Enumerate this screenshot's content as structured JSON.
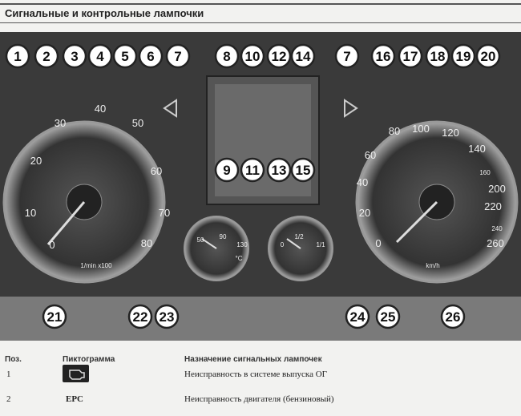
{
  "title": "Сигнальные и контрольные лампочки",
  "callouts_top": [
    "1",
    "2",
    "3",
    "4",
    "5",
    "6",
    "7",
    "8",
    "10",
    "12",
    "14",
    "7",
    "16",
    "17",
    "18",
    "19",
    "20"
  ],
  "callouts_mid": [
    "9",
    "11",
    "13",
    "15"
  ],
  "callouts_bottom": [
    "21",
    "22",
    "23",
    "24",
    "25",
    "26"
  ],
  "tach": {
    "ticks": [
      "0",
      "10",
      "20",
      "30",
      "40",
      "50",
      "60",
      "70",
      "80"
    ],
    "unit": "1/min x100"
  },
  "speedo": {
    "ticks": [
      "0",
      "20",
      "40",
      "60",
      "80",
      "100",
      "120",
      "140",
      "160",
      "200",
      "220",
      "240",
      "260"
    ],
    "unit": "km/h"
  },
  "temp_gauge": {
    "ticks": [
      "50",
      "90",
      "130"
    ],
    "unit": "°C"
  },
  "fuel_gauge": {
    "ticks": [
      "0",
      "1/2",
      "1/1"
    ]
  },
  "table": {
    "headers": [
      "Поз.",
      "Пиктограмма",
      "Назначение сигнальных лампочек"
    ],
    "rows": [
      {
        "pos": "1",
        "icon": "engine-check-icon",
        "desc": "Неисправность в системе выпуска ОГ"
      },
      {
        "pos": "2",
        "pictogram": "EPC",
        "desc": "Неисправность двигателя (бензиновый)"
      }
    ]
  }
}
